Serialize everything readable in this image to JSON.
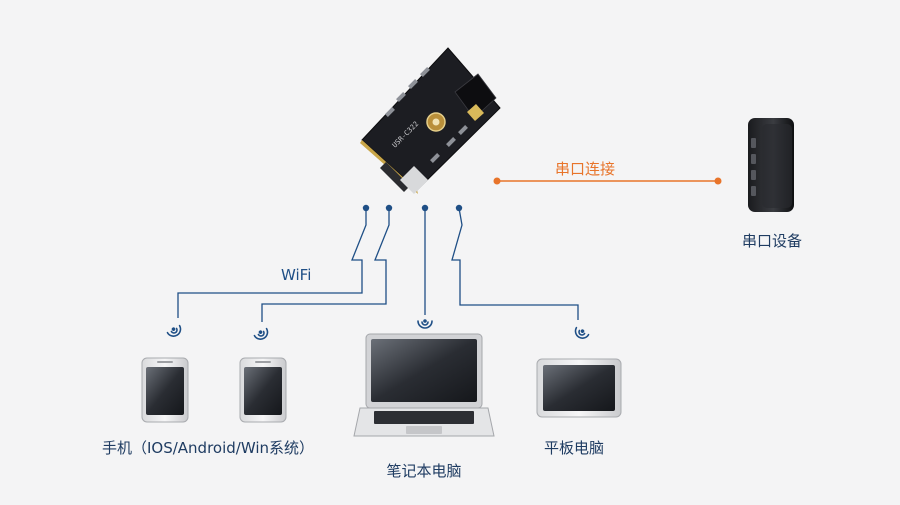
{
  "labels": {
    "wifi": "WiFi",
    "serial_link": "串口连接",
    "serial_device": "串口设备",
    "phone": "手机（IOS/Android/Win系统）",
    "laptop": "笔记本电脑",
    "tablet": "平板电脑"
  },
  "module_silkscreen": "USR-C322",
  "colors": {
    "wifi_line": "#1f4f86",
    "serial_line": "#e8742a",
    "label_text": "#1f3c62",
    "background": "#f4f4f5"
  },
  "icons": [
    "wifi-module-board",
    "serial-device-icon",
    "phone-icon",
    "laptop-icon",
    "tablet-icon",
    "wifi-signal-icon"
  ]
}
